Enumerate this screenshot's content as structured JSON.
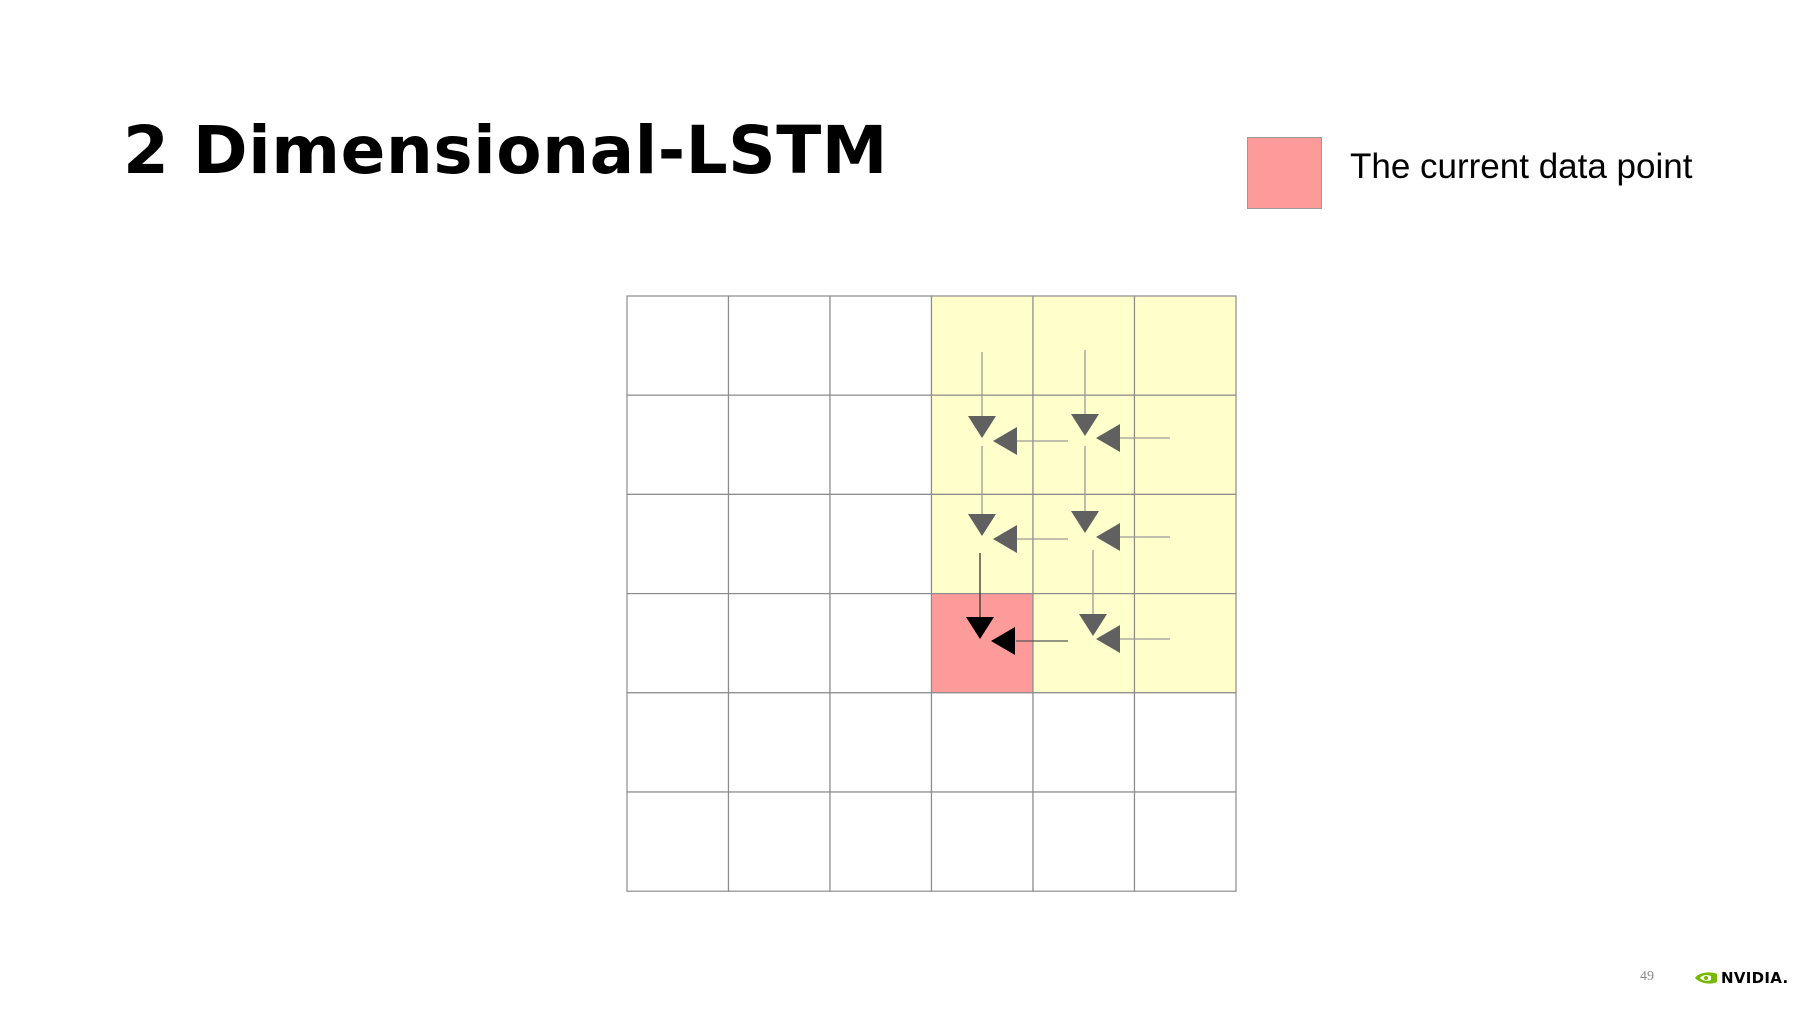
{
  "slide": {
    "title": "2 Dimensional-LSTM",
    "page_number": "49"
  },
  "legend": {
    "label": "The current data point",
    "swatch_color": "#fd9a9a"
  },
  "grid": {
    "rows": 6,
    "cols": 6,
    "current_cell": {
      "row": 3,
      "col": 3
    },
    "context_cells": [
      {
        "row": 0,
        "col": 3
      },
      {
        "row": 0,
        "col": 4
      },
      {
        "row": 0,
        "col": 5
      },
      {
        "row": 1,
        "col": 3
      },
      {
        "row": 1,
        "col": 4
      },
      {
        "row": 1,
        "col": 5
      },
      {
        "row": 2,
        "col": 3
      },
      {
        "row": 2,
        "col": 4
      },
      {
        "row": 2,
        "col": 5
      },
      {
        "row": 3,
        "col": 4
      },
      {
        "row": 3,
        "col": 5
      }
    ],
    "colors": {
      "current": "#fd9a9a",
      "context": "#ffffcc",
      "empty": "#ffffff",
      "line": "#8c8c8c",
      "arrow": "#606060",
      "arrow_current": "#000000"
    }
  },
  "icons": {
    "arrow_down": "arrow-down-icon",
    "arrow_left": "arrow-left-icon",
    "logo": "nvidia-eye-icon"
  },
  "logo": {
    "wordmark": "NVIDIA.",
    "color": "#76b900"
  }
}
